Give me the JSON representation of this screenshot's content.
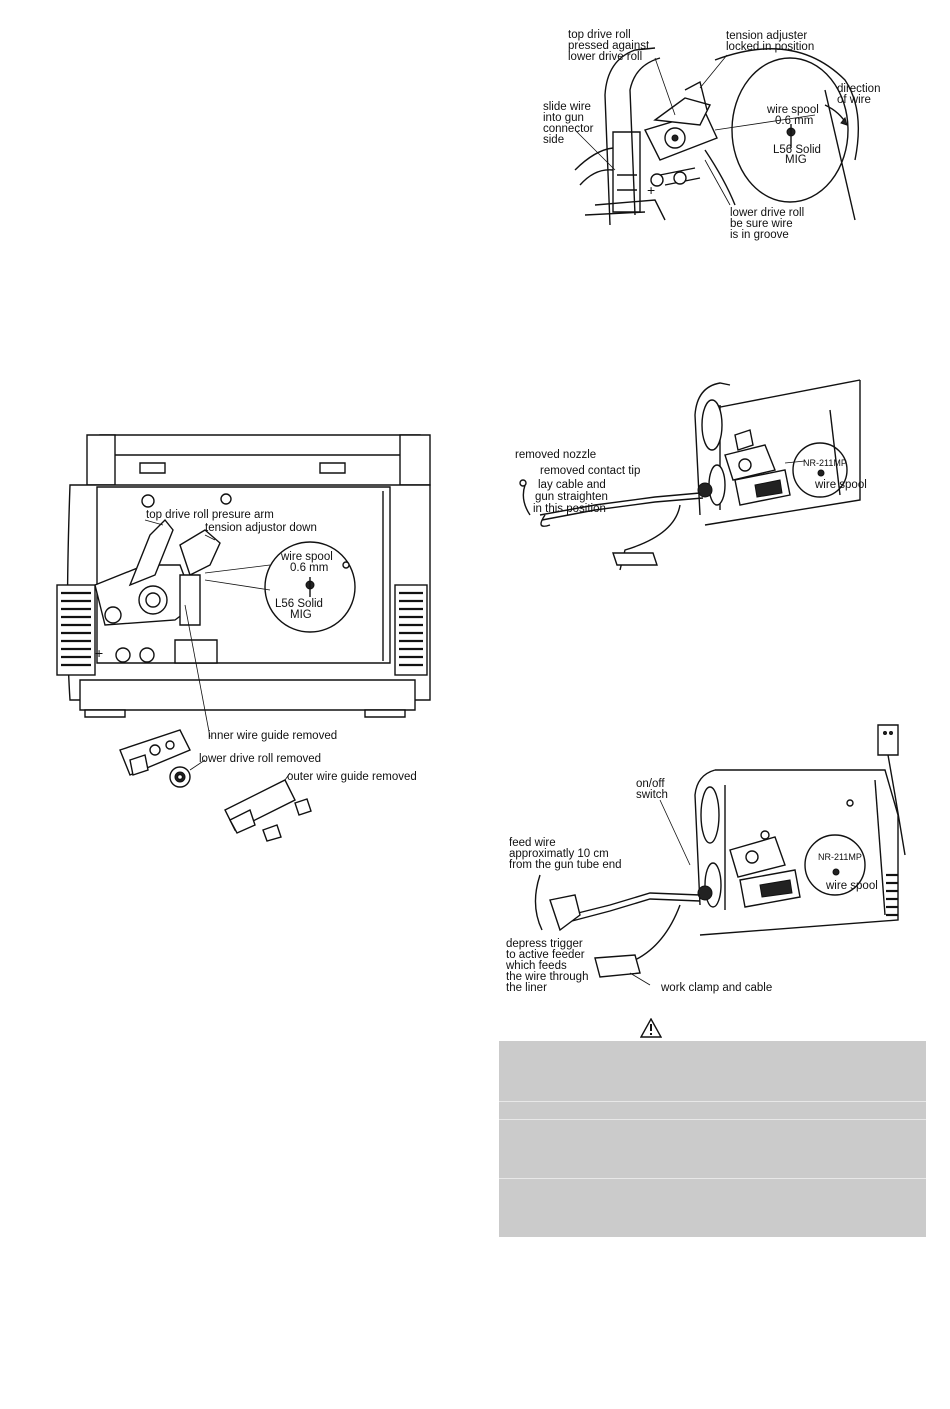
{
  "fig_top_right": {
    "top_drive_roll": [
      "top drive roll",
      "pressed against",
      "lower drive roll"
    ],
    "tension_adjuster": [
      "tension adjuster",
      "locked in position"
    ],
    "direction": [
      "direction",
      "of wire"
    ],
    "slide_wire": [
      "slide wire",
      "into gun",
      "connector",
      "side"
    ],
    "spool": [
      "wire spool",
      "0.6 mm",
      "L56 Solid",
      "MIG"
    ],
    "lower_drive_roll": [
      "lower drive roll",
      "be sure wire",
      "is in groove"
    ]
  },
  "fig_left": {
    "top_arm": "top drive roll presure arm",
    "tension_down": "tension adjustor down",
    "spool": [
      "wire spool",
      "0.6 mm",
      "L56 Solid",
      "MIG"
    ],
    "inner_guide": "inner wire guide removed",
    "lower_roll": "lower drive roll removed",
    "outer_guide": "outer wire guide removed"
  },
  "fig_middle_right": {
    "nozzle": "removed nozzle",
    "contact_tip": "removed contact tip",
    "lay_cable": [
      "lay cable and",
      "gun straighten",
      "in this position"
    ],
    "model": "NR-211MP",
    "spool": "wire spool"
  },
  "fig_bottom_right": {
    "onoff": [
      "on/off",
      "switch"
    ],
    "feed_wire": [
      "feed wire",
      "approximatly 10 cm",
      "from the gun tube end"
    ],
    "trigger": [
      "depress trigger",
      "to active feeder",
      "which feeds",
      "the wire through",
      "the liner"
    ],
    "clamp": "work clamp and cable",
    "model": "NR-211MP",
    "spool": "wire spool"
  }
}
